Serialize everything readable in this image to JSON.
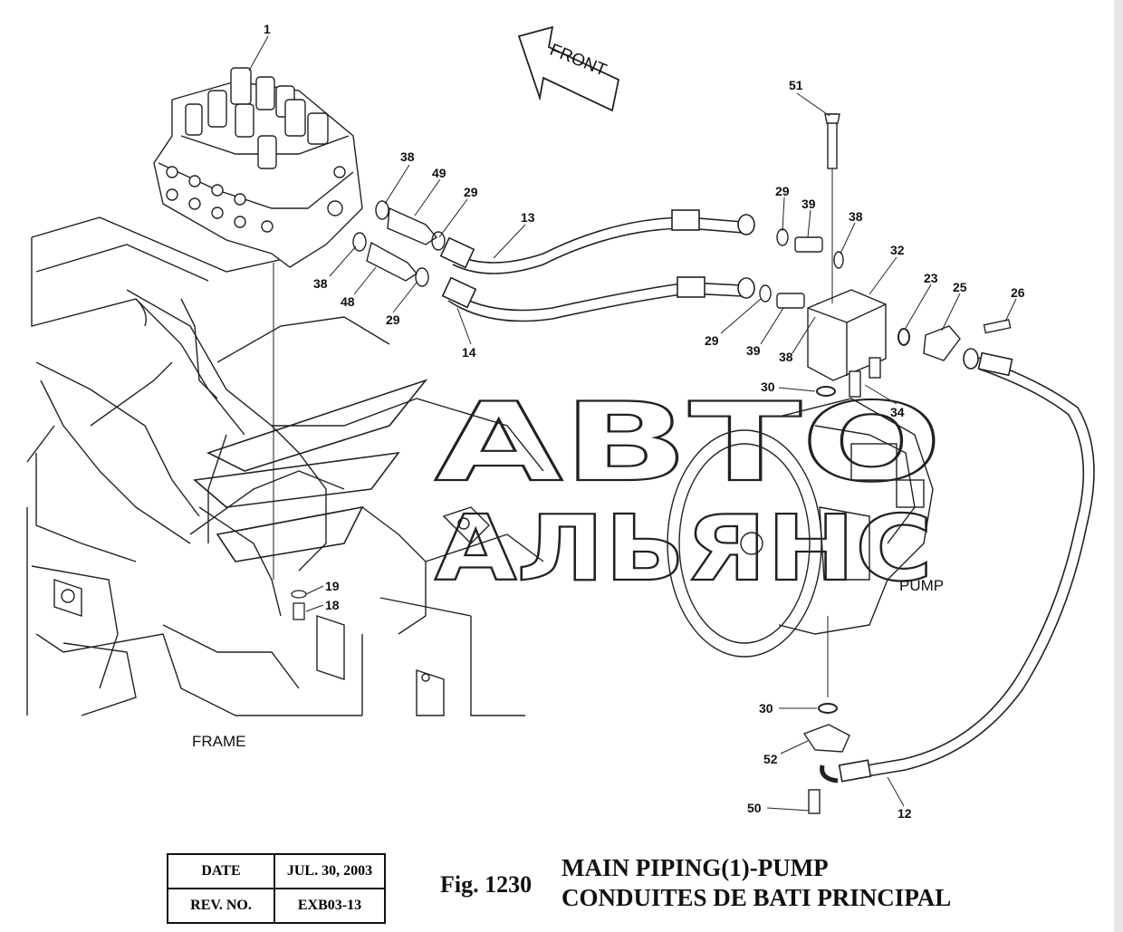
{
  "figure": {
    "number": "Fig. 1230",
    "title_en": "MAIN PIPING(1)-PUMP",
    "title_fr": "CONDUITES DE BATI PRINCIPAL"
  },
  "info_table": [
    {
      "key": "DATE",
      "value": "JUL. 30, 2003"
    },
    {
      "key": "REV. NO.",
      "value": "EXB03-13"
    }
  ],
  "labels": {
    "front": "FRONT",
    "frame": "FRAME",
    "pump": "PUMP"
  },
  "watermark": {
    "line1": "АВТО",
    "line2": "АЛЬЯНС"
  },
  "callouts": [
    "1",
    "51",
    "38",
    "49",
    "29",
    "13",
    "29",
    "39",
    "38",
    "32",
    "23",
    "25",
    "26",
    "38",
    "48",
    "29",
    "14",
    "29",
    "39",
    "38",
    "30",
    "34",
    "19",
    "18",
    "30",
    "52",
    "50",
    "12"
  ]
}
